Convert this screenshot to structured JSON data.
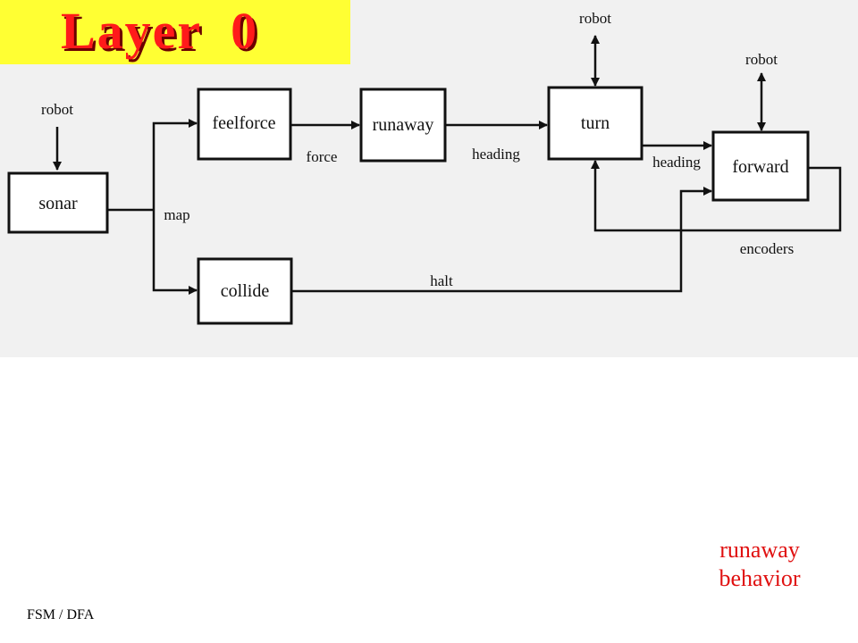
{
  "slide": {
    "title": "Layer  0",
    "caption_line1": "runaway",
    "caption_line2": "behavior",
    "footer": "FSM / DFA"
  },
  "diagram": {
    "modules": {
      "sonar": "sonar",
      "feelforce": "feelforce",
      "runaway": "runaway",
      "turn": "turn",
      "forward": "forward",
      "collide": "collide"
    },
    "edge_labels": {
      "robot_sonar": "robot",
      "map": "map",
      "force": "force",
      "heading_turn": "heading",
      "robot_turn": "robot",
      "heading_forward": "heading",
      "robot_forward": "robot",
      "encoders": "encoders",
      "halt": "halt"
    }
  },
  "colors": {
    "title_bg": "#ffff33",
    "title_text": "#ff1a1a",
    "caption_text": "#e01010"
  }
}
